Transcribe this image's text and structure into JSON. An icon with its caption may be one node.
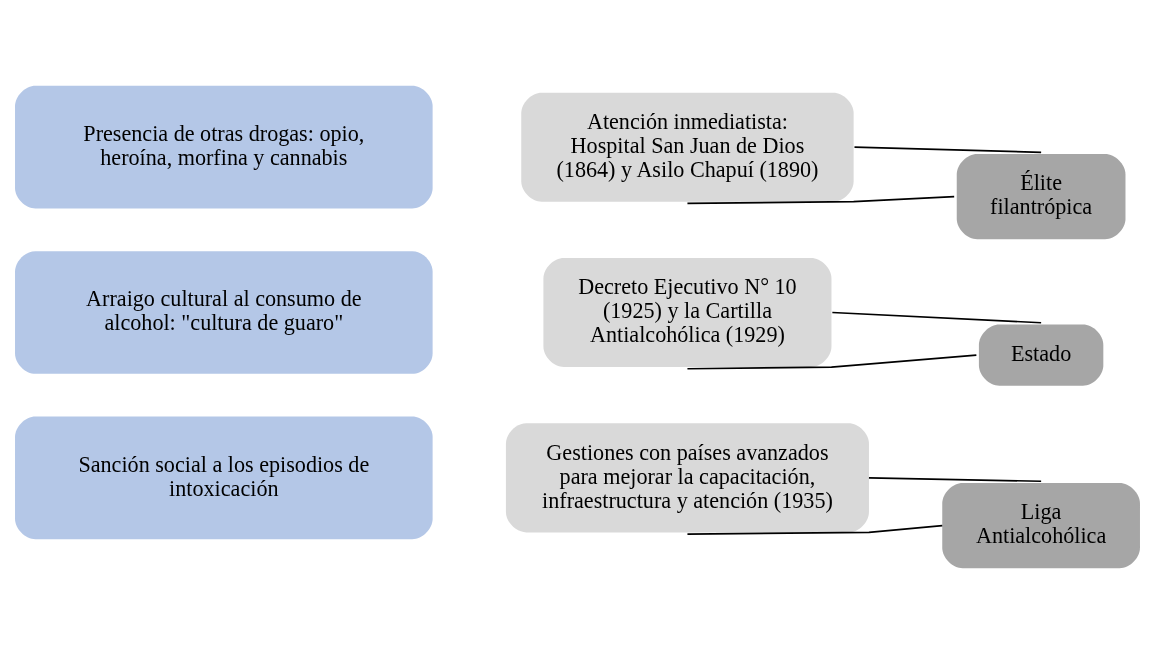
{
  "diagram": {
    "nodes": [
      {
        "text": [
          "Presencia de otras drogas: opio, heroína, morfina y cannabis"
        ]
      },
      {
        "text": [
          "Arraigo cultural al consumo de alcohol: \"cultura de guaro\""
        ]
      },
      {
        "text": [
          "Sanción social a los episodios de intoxicación"
        ]
      },
      {
        "text": [
          "Atención inmediatista: Hospital San Juan de Dios (1864) y Asilo Chapuí (1890)"
        ]
      },
      {
        "text": [
          "Élite filantrópica"
        ]
      },
      {
        "text": [
          "Decreto Ejecutivo N° 10 (1925) y la Cartilla Antialcohólica (1929)"
        ]
      },
      {
        "text": [
          "Estado"
        ]
      },
      {
        "text": [
          "Gestiones con países avanzados para mejorar la capacitación, infraestructura y atención (1935)"
        ]
      },
      {
        "text": [
          "Liga Antialcohólica"
        ]
      }
    ],
    "edges": [
      {
        "from": 3,
        "to": 4,
        "arrow": "none"
      },
      {
        "from": 3,
        "to": 4,
        "arrow": "none"
      },
      {
        "from": 5,
        "to": 6,
        "arrow": "none"
      },
      {
        "from": 5,
        "to": 6,
        "arrow": "none"
      },
      {
        "from": 7,
        "to": 8,
        "arrow": "none"
      },
      {
        "from": 7,
        "to": 8,
        "arrow": "none"
      }
    ]
  }
}
